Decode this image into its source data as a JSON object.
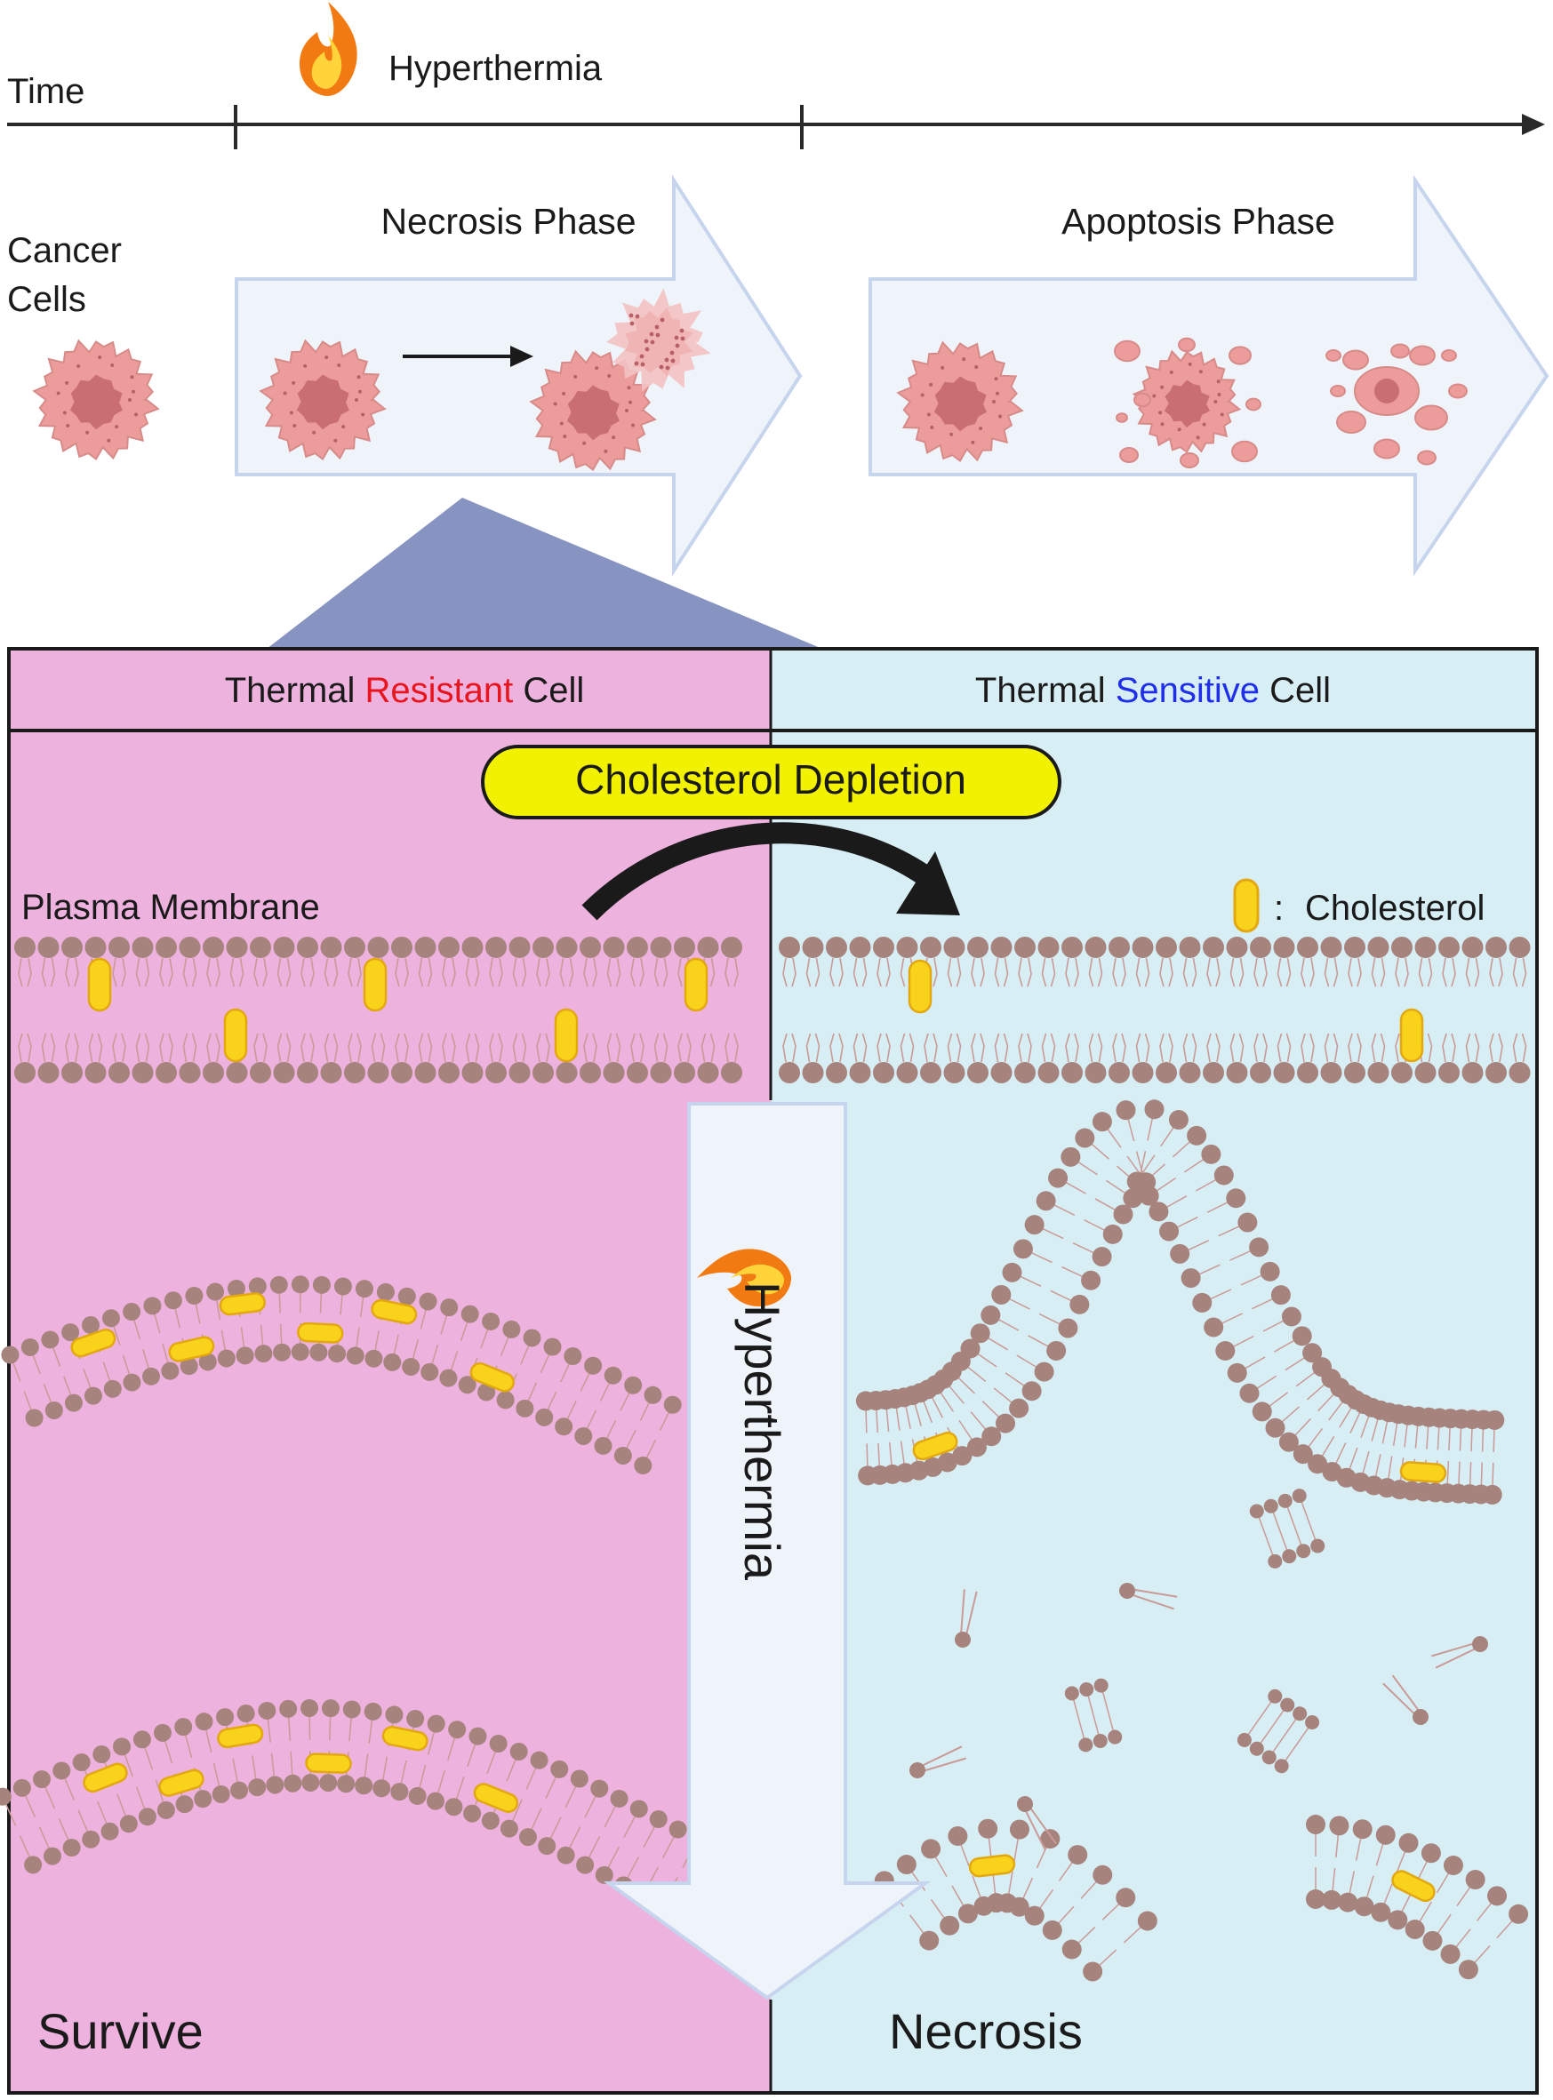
{
  "timeline": {
    "time_label": "Time",
    "hyperthermia_label": "Hyperthermia",
    "icon": "flame-icon"
  },
  "cancer_cells_label_line1": "Cancer",
  "cancer_cells_label_line2": "Cells",
  "phases": {
    "necrosis": "Necrosis Phase",
    "apoptosis": "Apoptosis Phase"
  },
  "panels": {
    "left_header": {
      "prefix": "Thermal ",
      "keyword": "Resistant",
      "suffix": " Cell"
    },
    "right_header": {
      "prefix": "Thermal ",
      "keyword": "Sensitive",
      "suffix": " Cell"
    },
    "depletion_label": "Cholesterol Depletion",
    "membrane_label": "Plasma Membrane",
    "legend_colon": ":",
    "legend_label": "Cholesterol",
    "center_arrow_label": "Hyperthermia",
    "left_outcome": "Survive",
    "right_outcome": "Necrosis"
  },
  "colors": {
    "resistant_bg": "#edb2de",
    "sensitive_bg": "#d8eef5",
    "resistant_text": "#e8141e",
    "sensitive_text": "#1f2ee8",
    "cholesterol": "#f9d21c",
    "lipid_head": "#a6837c",
    "cell_pink": "#ec9d9b",
    "arrow_fill": "#eff3fa",
    "funnel": "#8794c2",
    "label_pill": "#f2f200"
  }
}
